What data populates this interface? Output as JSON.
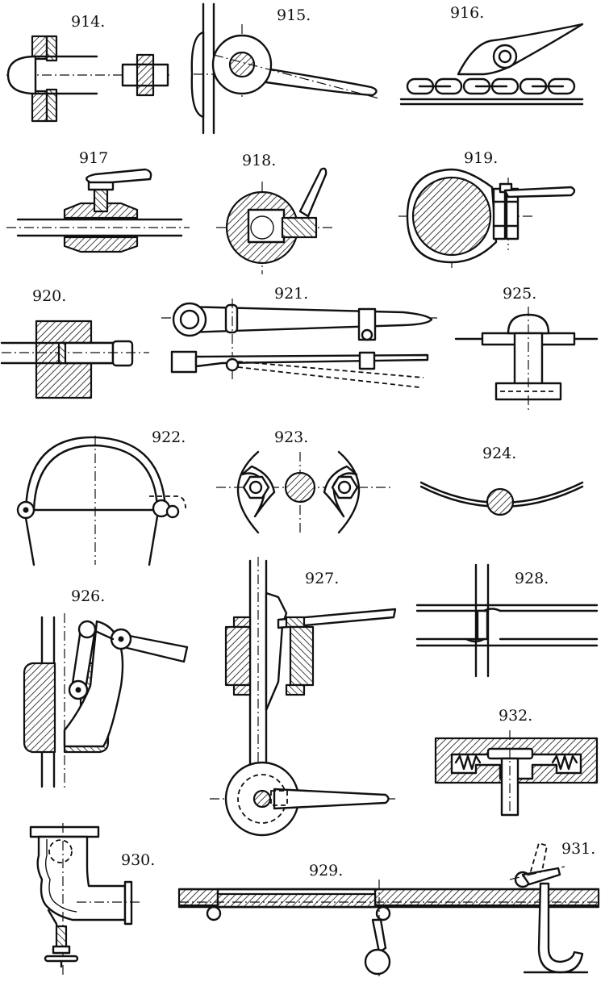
{
  "figures": [
    {
      "id": "914",
      "label": "914."
    },
    {
      "id": "915",
      "label": "915."
    },
    {
      "id": "916",
      "label": "916."
    },
    {
      "id": "917",
      "label": "917"
    },
    {
      "id": "918",
      "label": "918."
    },
    {
      "id": "919",
      "label": "919."
    },
    {
      "id": "920",
      "label": "920."
    },
    {
      "id": "921",
      "label": "921."
    },
    {
      "id": "925",
      "label": "925."
    },
    {
      "id": "922",
      "label": "922."
    },
    {
      "id": "923",
      "label": "923."
    },
    {
      "id": "924",
      "label": "924."
    },
    {
      "id": "926",
      "label": "926."
    },
    {
      "id": "927",
      "label": "927."
    },
    {
      "id": "928",
      "label": "928."
    },
    {
      "id": "932",
      "label": "932."
    },
    {
      "id": "930",
      "label": "930."
    },
    {
      "id": "929",
      "label": "929."
    },
    {
      "id": "931",
      "label": "931."
    }
  ]
}
